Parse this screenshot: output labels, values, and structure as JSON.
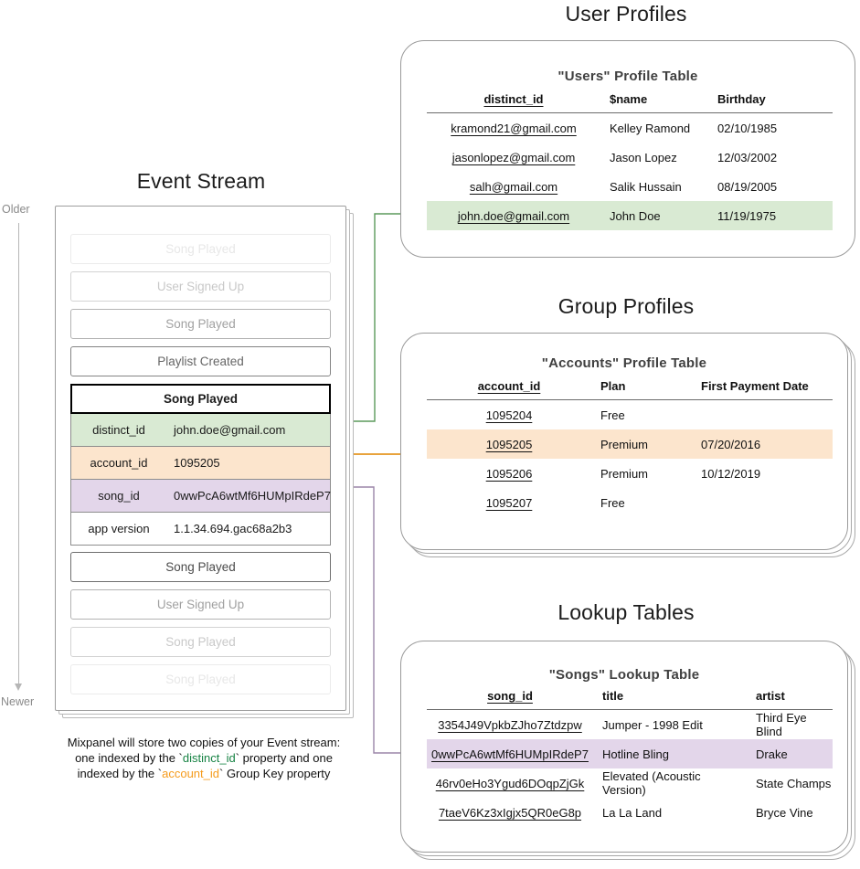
{
  "sections": {
    "event_stream_title": "Event Stream",
    "user_profiles_title": "User Profiles",
    "group_profiles_title": "Group Profiles",
    "lookup_tables_title": "Lookup Tables"
  },
  "timeline": {
    "older": "Older",
    "newer": "Newer"
  },
  "event_stream": {
    "events_before": [
      {
        "label": "Song Played"
      },
      {
        "label": "User Signed Up"
      },
      {
        "label": "Song Played"
      },
      {
        "label": "Playlist Created"
      }
    ],
    "expanded_event": {
      "title": "Song Played",
      "properties": [
        {
          "key": "distinct_id",
          "value": "john.doe@gmail.com",
          "highlight": "green"
        },
        {
          "key": "account_id",
          "value": "1095205",
          "highlight": "orange"
        },
        {
          "key": "song_id",
          "value": "0wwPcA6wtMf6HUMpIRdeP7",
          "highlight": "purple"
        },
        {
          "key": "app version",
          "value": "1.1.34.694.gac68a2b3",
          "highlight": "none"
        }
      ]
    },
    "events_after": [
      {
        "label": "Song Played"
      },
      {
        "label": "User Signed Up"
      },
      {
        "label": "Song Played"
      },
      {
        "label": "Song Played"
      }
    ]
  },
  "caption": {
    "line1": "Mixpanel will store two copies of your Event stream:",
    "line2_pre": "one indexed by the `",
    "line2_token": "distinct_id",
    "line2_post": "` property and one",
    "line3_pre": "indexed by the `",
    "line3_token": "account_id",
    "line3_post": "` Group Key property"
  },
  "users_table": {
    "title": "\"Users\" Profile Table",
    "columns": [
      "distinct_id",
      "$name",
      "Birthday"
    ],
    "rows": [
      {
        "cells": [
          "kramond21@gmail.com",
          "Kelley Ramond",
          "02/10/1985"
        ],
        "highlight": "none"
      },
      {
        "cells": [
          "jasonlopez@gmail.com",
          "Jason Lopez",
          "12/03/2002"
        ],
        "highlight": "none"
      },
      {
        "cells": [
          "salh@gmail.com",
          "Salik Hussain",
          "08/19/2005"
        ],
        "highlight": "none"
      },
      {
        "cells": [
          "john.doe@gmail.com",
          "John Doe",
          "11/19/1975"
        ],
        "highlight": "green"
      }
    ]
  },
  "accounts_table": {
    "title": "\"Accounts\" Profile Table",
    "columns": [
      "account_id",
      "Plan",
      "First Payment Date"
    ],
    "rows": [
      {
        "cells": [
          "1095204",
          "Free",
          ""
        ],
        "highlight": "none"
      },
      {
        "cells": [
          "1095205",
          "Premium",
          "07/20/2016"
        ],
        "highlight": "orange"
      },
      {
        "cells": [
          "1095206",
          "Premium",
          "10/12/2019"
        ],
        "highlight": "none"
      },
      {
        "cells": [
          "1095207",
          "Free",
          ""
        ],
        "highlight": "none"
      }
    ]
  },
  "songs_table": {
    "title": "\"Songs\" Lookup Table",
    "columns": [
      "song_id",
      "title",
      "artist"
    ],
    "rows": [
      {
        "cells": [
          "3354J49VpkbZJho7Ztdzpw",
          "Jumper - 1998 Edit",
          "Third Eye Blind"
        ],
        "highlight": "none"
      },
      {
        "cells": [
          "0wwPcA6wtMf6HUMpIRdeP7",
          "Hotline Bling",
          "Drake"
        ],
        "highlight": "purple"
      },
      {
        "cells": [
          "46rv0eHo3Ygud6DOqpZjGk",
          "Elevated (Acoustic Version)",
          "State Champs"
        ],
        "highlight": "none"
      },
      {
        "cells": [
          "7taeV6Kz3xIgjx5QR0eG8p",
          "La La Land",
          "Bryce Vine"
        ],
        "highlight": "none"
      }
    ]
  },
  "colors": {
    "green_highlight": "#d9ead3",
    "orange_highlight": "#fce5cd",
    "purple_highlight": "#e3d6ea",
    "green_connector": "#5b9a5b",
    "orange_connector": "#e8a33d",
    "purple_connector": "#9b86a8",
    "caption_green": "#178344",
    "caption_orange": "#f59b1c"
  }
}
